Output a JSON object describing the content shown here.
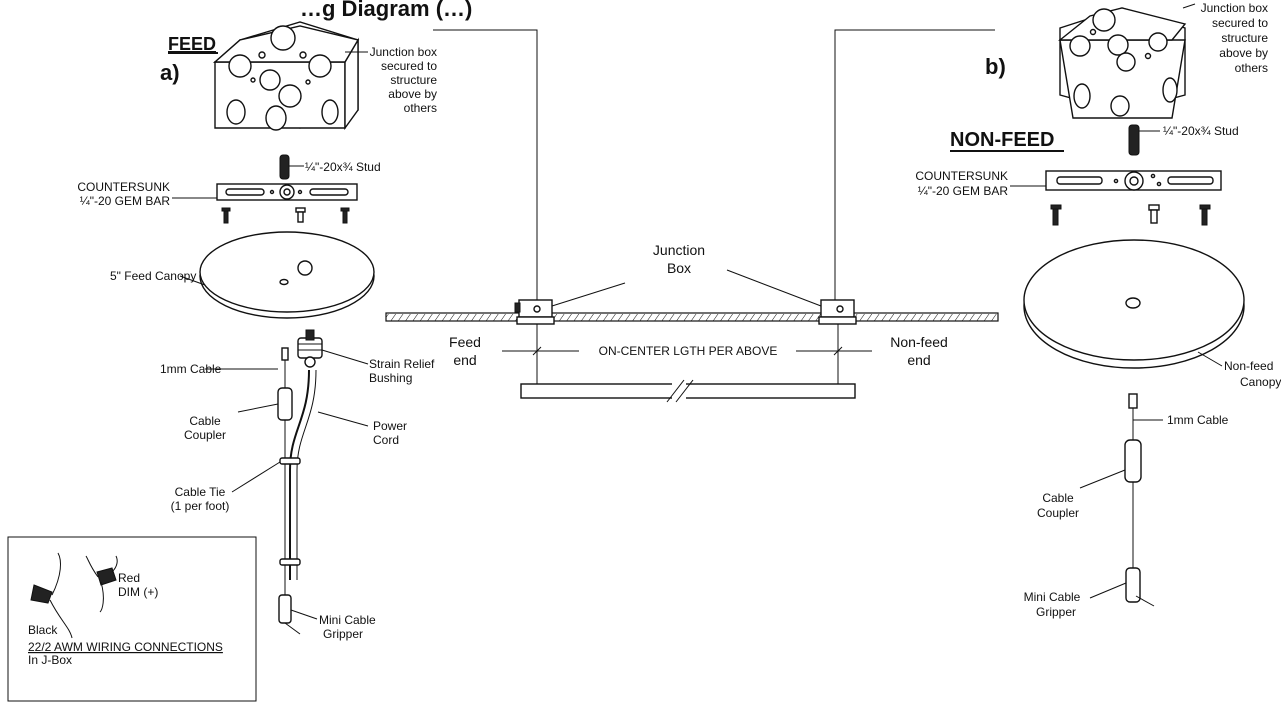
{
  "title": "…g Diagram (…)",
  "left": {
    "section_label": "a)",
    "feed_label": "FEED",
    "junction_box_note": [
      "Junction box",
      "secured to",
      "structure",
      "above by",
      "others"
    ],
    "stud": "¼\"-20x¾ Stud",
    "countersunk": [
      "COUNTERSUNK",
      "¼\"-20 GEM BAR"
    ],
    "canopy": "5\" Feed Canopy",
    "cable": "1mm Cable",
    "strain_relief": [
      "Strain Relief",
      "Bushing"
    ],
    "cable_coupler": [
      "Cable",
      "Coupler"
    ],
    "power_cord": [
      "Power",
      "Cord"
    ],
    "cable_tie": [
      "Cable Tie",
      "(1 per foot)"
    ],
    "mini_cable_gripper": [
      "Mini Cable",
      "Gripper"
    ]
  },
  "wiring_box": {
    "red": "Red",
    "dim": "DIM (+)",
    "black": "Black",
    "title": "22/2 AWM WIRING CONNECTIONS",
    "subtitle": "In J-Box"
  },
  "center": {
    "junction_box": [
      "Junction",
      "Box"
    ],
    "feed_end": [
      "Feed",
      "end"
    ],
    "non_feed_end": [
      "Non-feed",
      "end"
    ],
    "dimension": "ON-CENTER LGTH PER ABOVE"
  },
  "right": {
    "section_label": "b)",
    "nonfeed_label": "NON-FEED",
    "junction_box_note": [
      "Junction box",
      "secured to",
      "structure",
      "above by",
      "others"
    ],
    "stud": "¼\"-20x¾ Stud",
    "countersunk": [
      "COUNTERSUNK",
      "¼\"-20 GEM BAR"
    ],
    "canopy": [
      "Non-feed",
      "Canopy"
    ],
    "cable": "1mm Cable",
    "cable_coupler": [
      "Cable",
      "Coupler"
    ],
    "mini_cable_gripper": [
      "Mini Cable",
      "Gripper"
    ]
  }
}
